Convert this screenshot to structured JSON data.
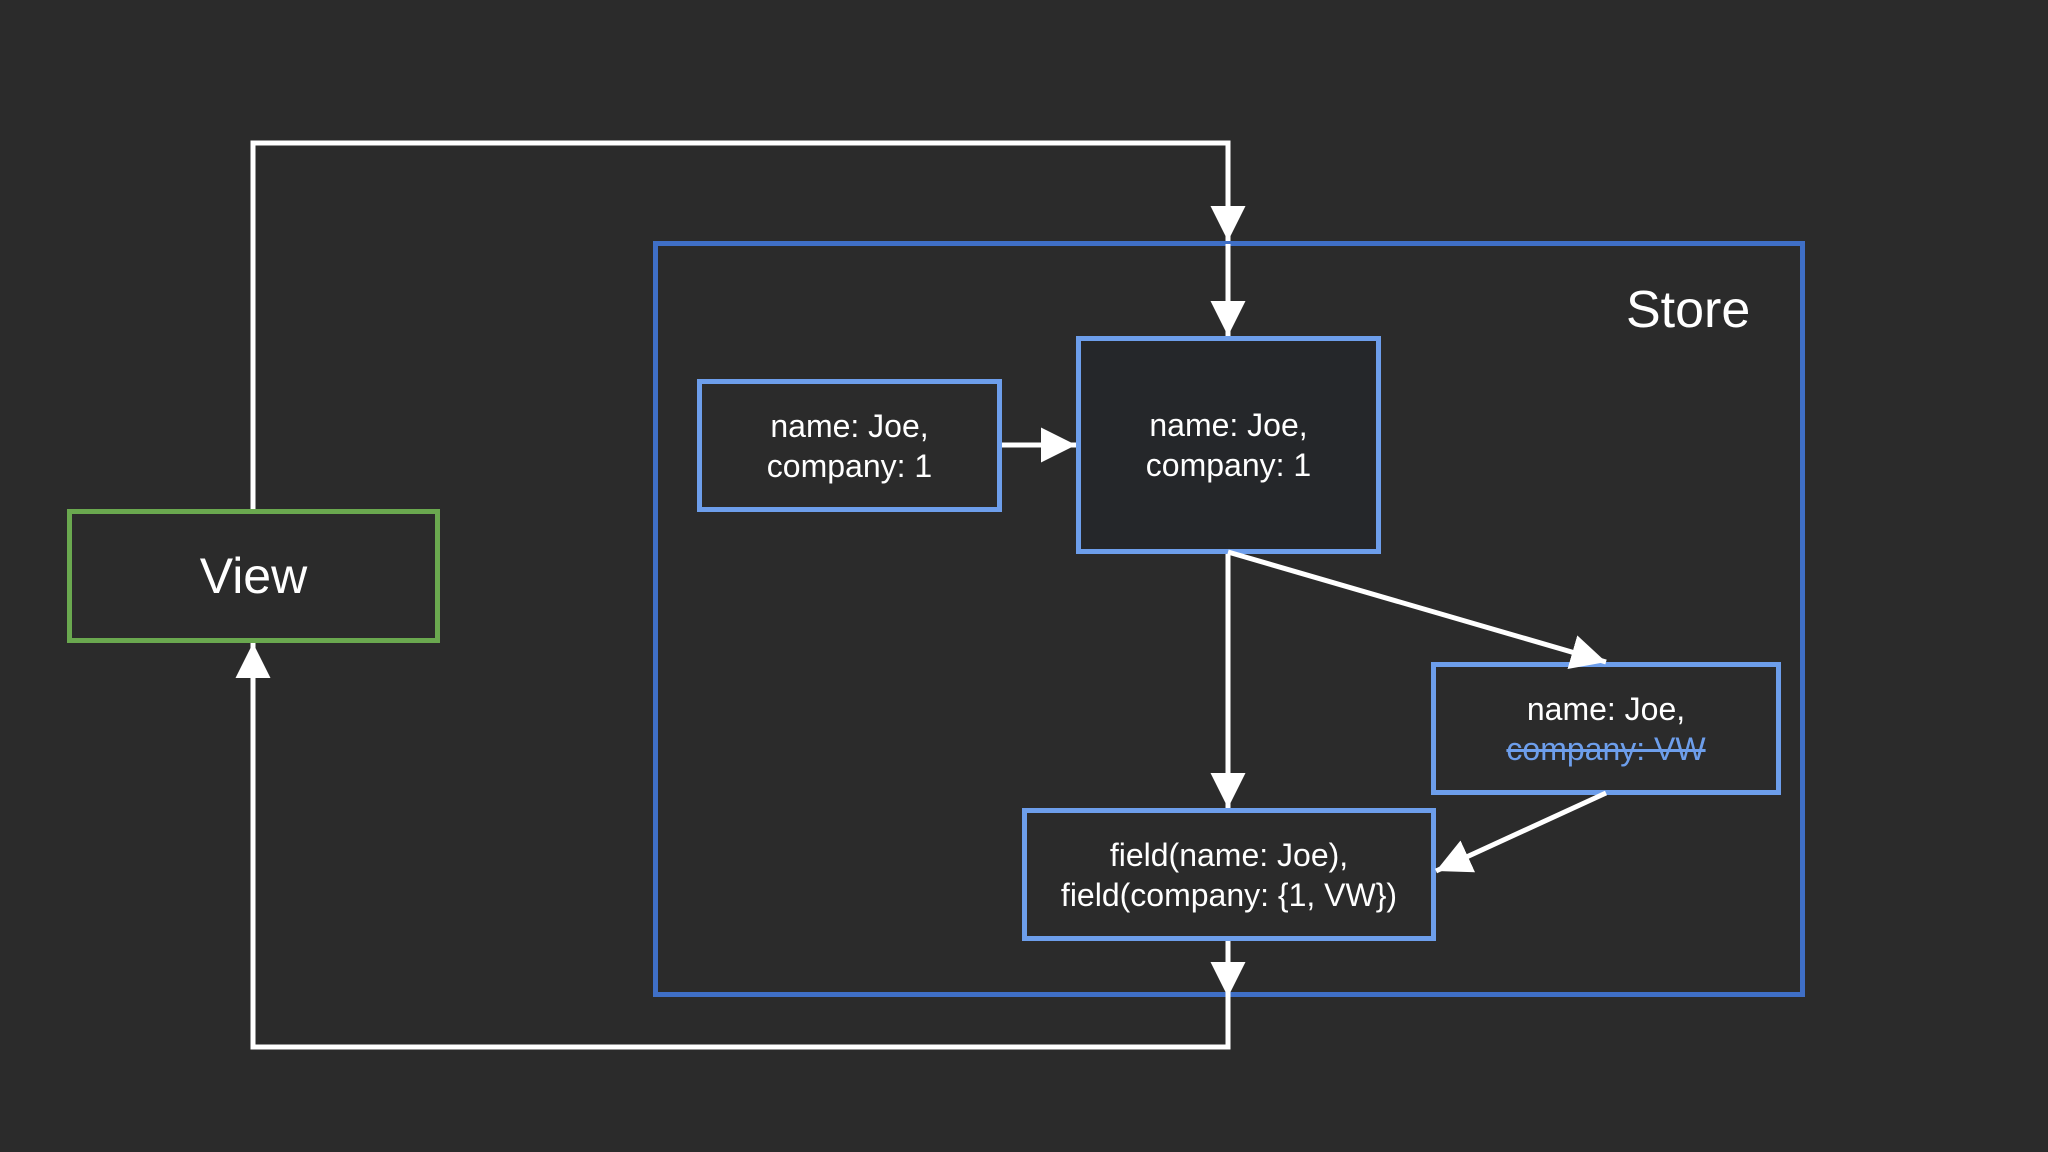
{
  "colors": {
    "background": "#2b2b2b",
    "store_border": "#3f6fc6",
    "record_border": "#6d9eeb",
    "view_border": "#6aa84f",
    "arrow": "#ffffff",
    "text": "#ffffff",
    "strike_text": "#6d9eeb"
  },
  "view": {
    "label": "View"
  },
  "store": {
    "label": "Store"
  },
  "records": {
    "input": {
      "line1": "name: Joe,",
      "line2": "company: 1"
    },
    "current": {
      "line1": "name: Joe,",
      "line2": "company: 1"
    },
    "stale": {
      "line1": "name: Joe,",
      "line2": "company: VW"
    },
    "fields": {
      "line1": "field(name: Joe),",
      "line2": "field(company: {1, VW})"
    }
  }
}
